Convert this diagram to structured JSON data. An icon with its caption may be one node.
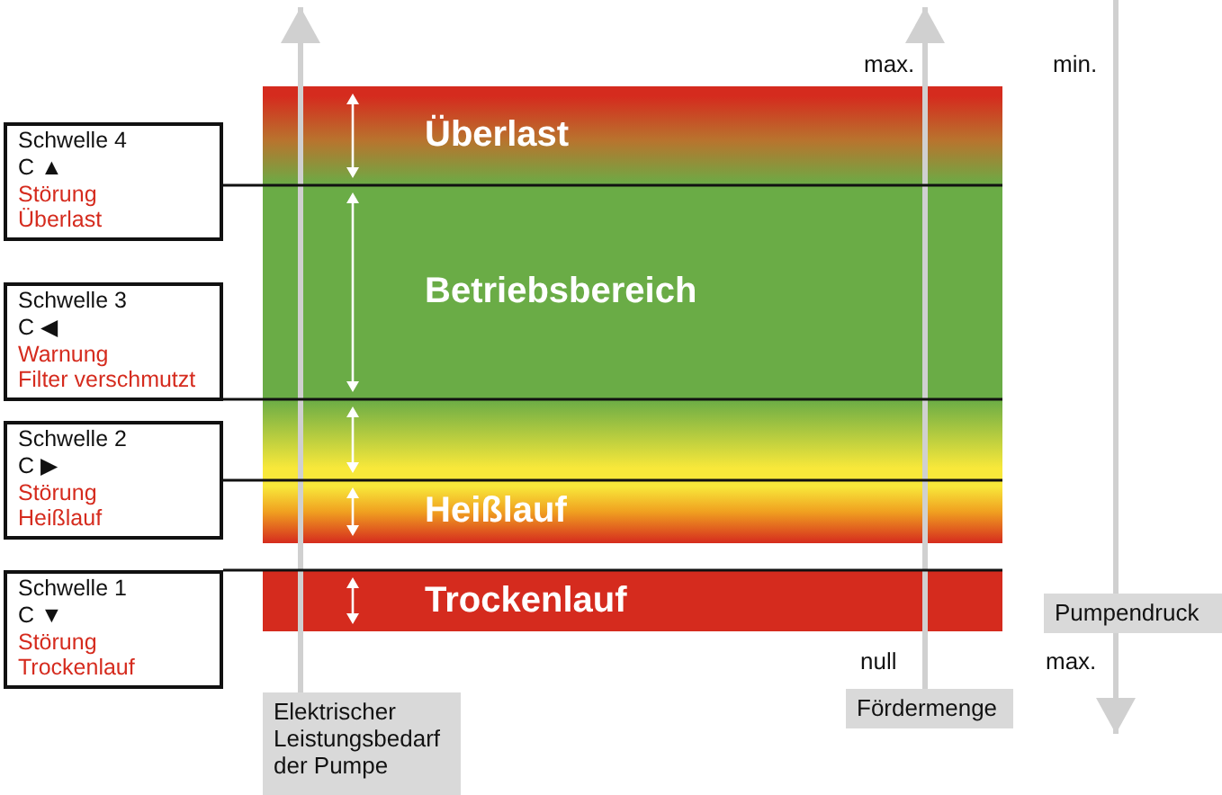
{
  "diagram": {
    "nodes": [
      {
        "text": [
          "Schwelle 4",
          "C ▲",
          "Störung",
          "Überlast"
        ]
      },
      {
        "text": [
          "Schwelle 3",
          "C ◀",
          "Warnung",
          "Filter verschmutzt"
        ]
      },
      {
        "text": [
          "Schwelle 2",
          "C ▶",
          "Störung",
          "Heißlauf"
        ]
      },
      {
        "text": [
          "Schwelle 1",
          "C ▼",
          "Störung",
          "Trockenlauf"
        ]
      },
      {
        "text": [
          "Überlast"
        ]
      },
      {
        "text": [
          "Betriebsbereich"
        ]
      },
      {
        "text": [],
        "shape": "bar"
      },
      {
        "text": [
          "Heißlauf"
        ]
      },
      {
        "text": [
          "Trockenlauf"
        ]
      },
      {
        "text": [
          "Elektrischer Leistungsbedarf der Pumpe"
        ]
      },
      {
        "text": [
          "Fördermenge"
        ]
      },
      {
        "text": [
          "Pumpendruck"
        ]
      }
    ],
    "edges": [
      {
        "from": 0,
        "to": 4,
        "arrow": "none"
      },
      {
        "from": 1,
        "to": 6,
        "arrow": "none"
      },
      {
        "from": 2,
        "to": 7,
        "arrow": "none"
      },
      {
        "from": 3,
        "to": 8,
        "arrow": "none"
      }
    ],
    "labels": [
      "max.",
      "min.",
      "null",
      "max."
    ]
  }
}
